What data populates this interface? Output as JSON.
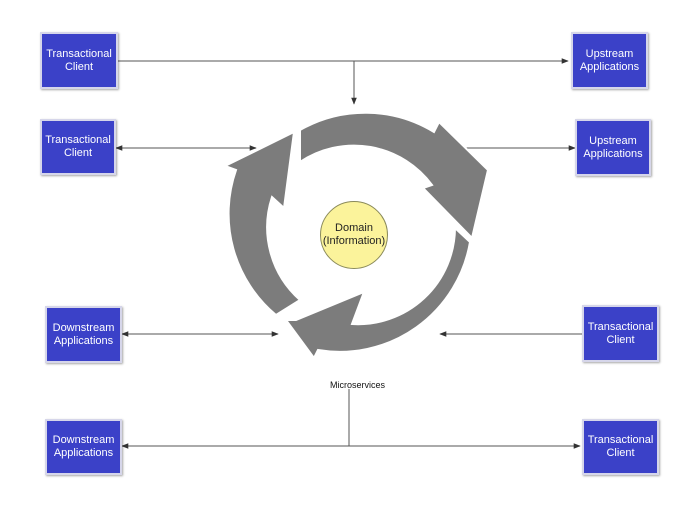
{
  "nodes": {
    "tc_top_left": "Transactional\nClient",
    "tc_mid_left": "Transactional\nClient",
    "ua_top_right": "Upstream\nApplications",
    "ua_mid_right": "Upstream\nApplications",
    "da_mid_left": "Downstream\nApplications",
    "da_bottom_left": "Downstream\nApplications",
    "tc_mid_right": "Transactional\nClient",
    "tc_bottom_right": "Transactional\nClient"
  },
  "center": {
    "domain": "Domain\n(Information)",
    "caption": "Microservices"
  },
  "colors": {
    "box": "#3b41c8",
    "cycle": "#7c7c7c",
    "domain": "#fbf39b",
    "connector": "#444444"
  }
}
